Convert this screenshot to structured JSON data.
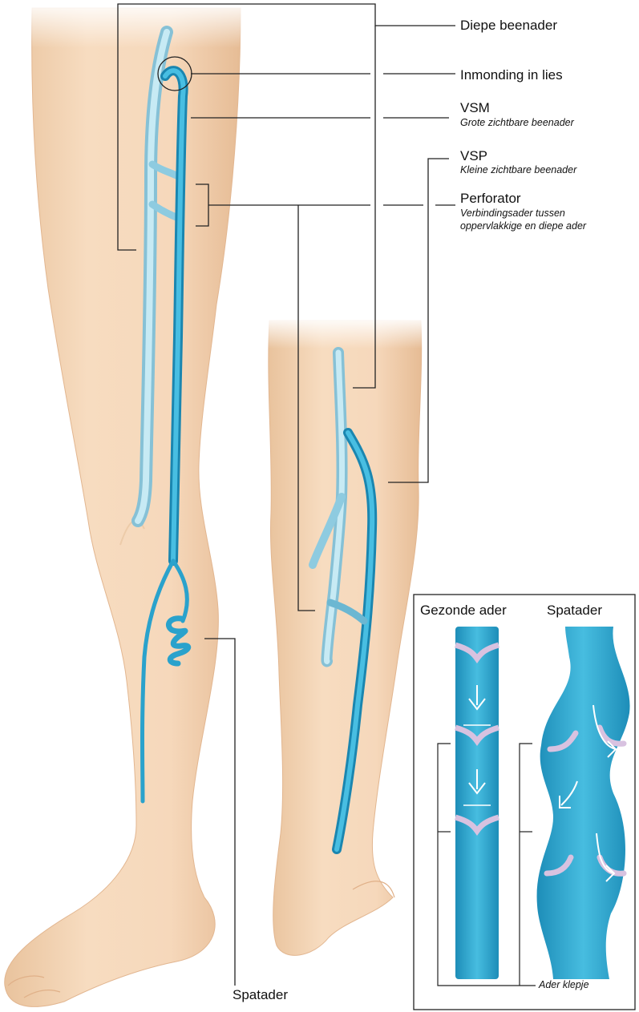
{
  "labels": {
    "diepe_beenader": "Diepe beenader",
    "inmonding": "Inmonding in lies",
    "vsm": "VSM",
    "vsm_sub": "Grote zichtbare beenader",
    "vsp": "VSP",
    "vsp_sub": "Kleine zichtbare beenader",
    "perforator": "Perforator",
    "perforator_sub1": "Verbindingsader tussen",
    "perforator_sub2": "oppervlakkige en diepe ader",
    "spatader_bottom": "Spatader"
  },
  "inset": {
    "healthy": "Gezonde ader",
    "varicose": "Spatader",
    "valve": "Ader klepje"
  },
  "colors": {
    "skin": "#f5d6b6",
    "skin_shadow": "#e8bf98",
    "deep_vein": "#a9d8e6",
    "superficial_vein": "#2ea6cf",
    "line": "#222222"
  }
}
